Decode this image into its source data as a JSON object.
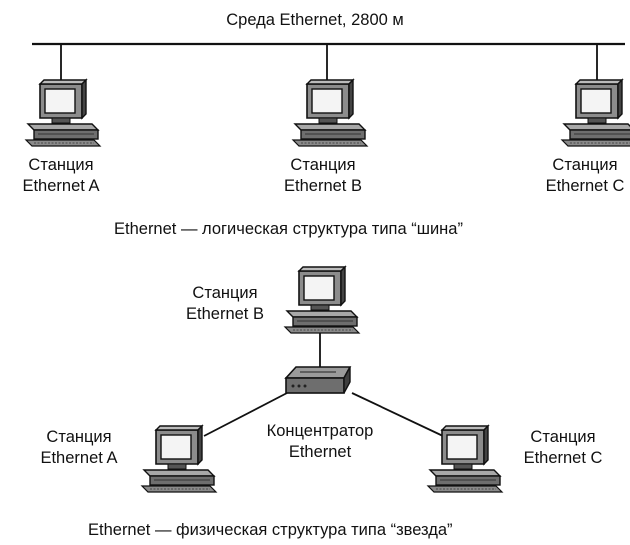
{
  "bus_diagram": {
    "medium_label": "Среда Ethernet, 2800 м",
    "stations": [
      {
        "line1": "Станция",
        "line2": "Ethernet A"
      },
      {
        "line1": "Станция",
        "line2": "Ethernet B"
      },
      {
        "line1": "Станция",
        "line2": "Ethernet C"
      }
    ],
    "caption": "Ethernet — логическая структура типа “шина”"
  },
  "star_diagram": {
    "hub_label": {
      "line1": "Концентратор",
      "line2": "Ethernet"
    },
    "stations": [
      {
        "line1": "Станция",
        "line2": "Ethernet B"
      },
      {
        "line1": "Станция",
        "line2": "Ethernet A"
      },
      {
        "line1": "Станция",
        "line2": "Ethernet C"
      }
    ],
    "caption": "Ethernet — физическая структура типа “звезда”"
  },
  "colors": {
    "ink": "#111111",
    "screen": "#f4f4f4",
    "body_shade": "#9a9a9a",
    "base_shade": "#6e6e6e"
  }
}
